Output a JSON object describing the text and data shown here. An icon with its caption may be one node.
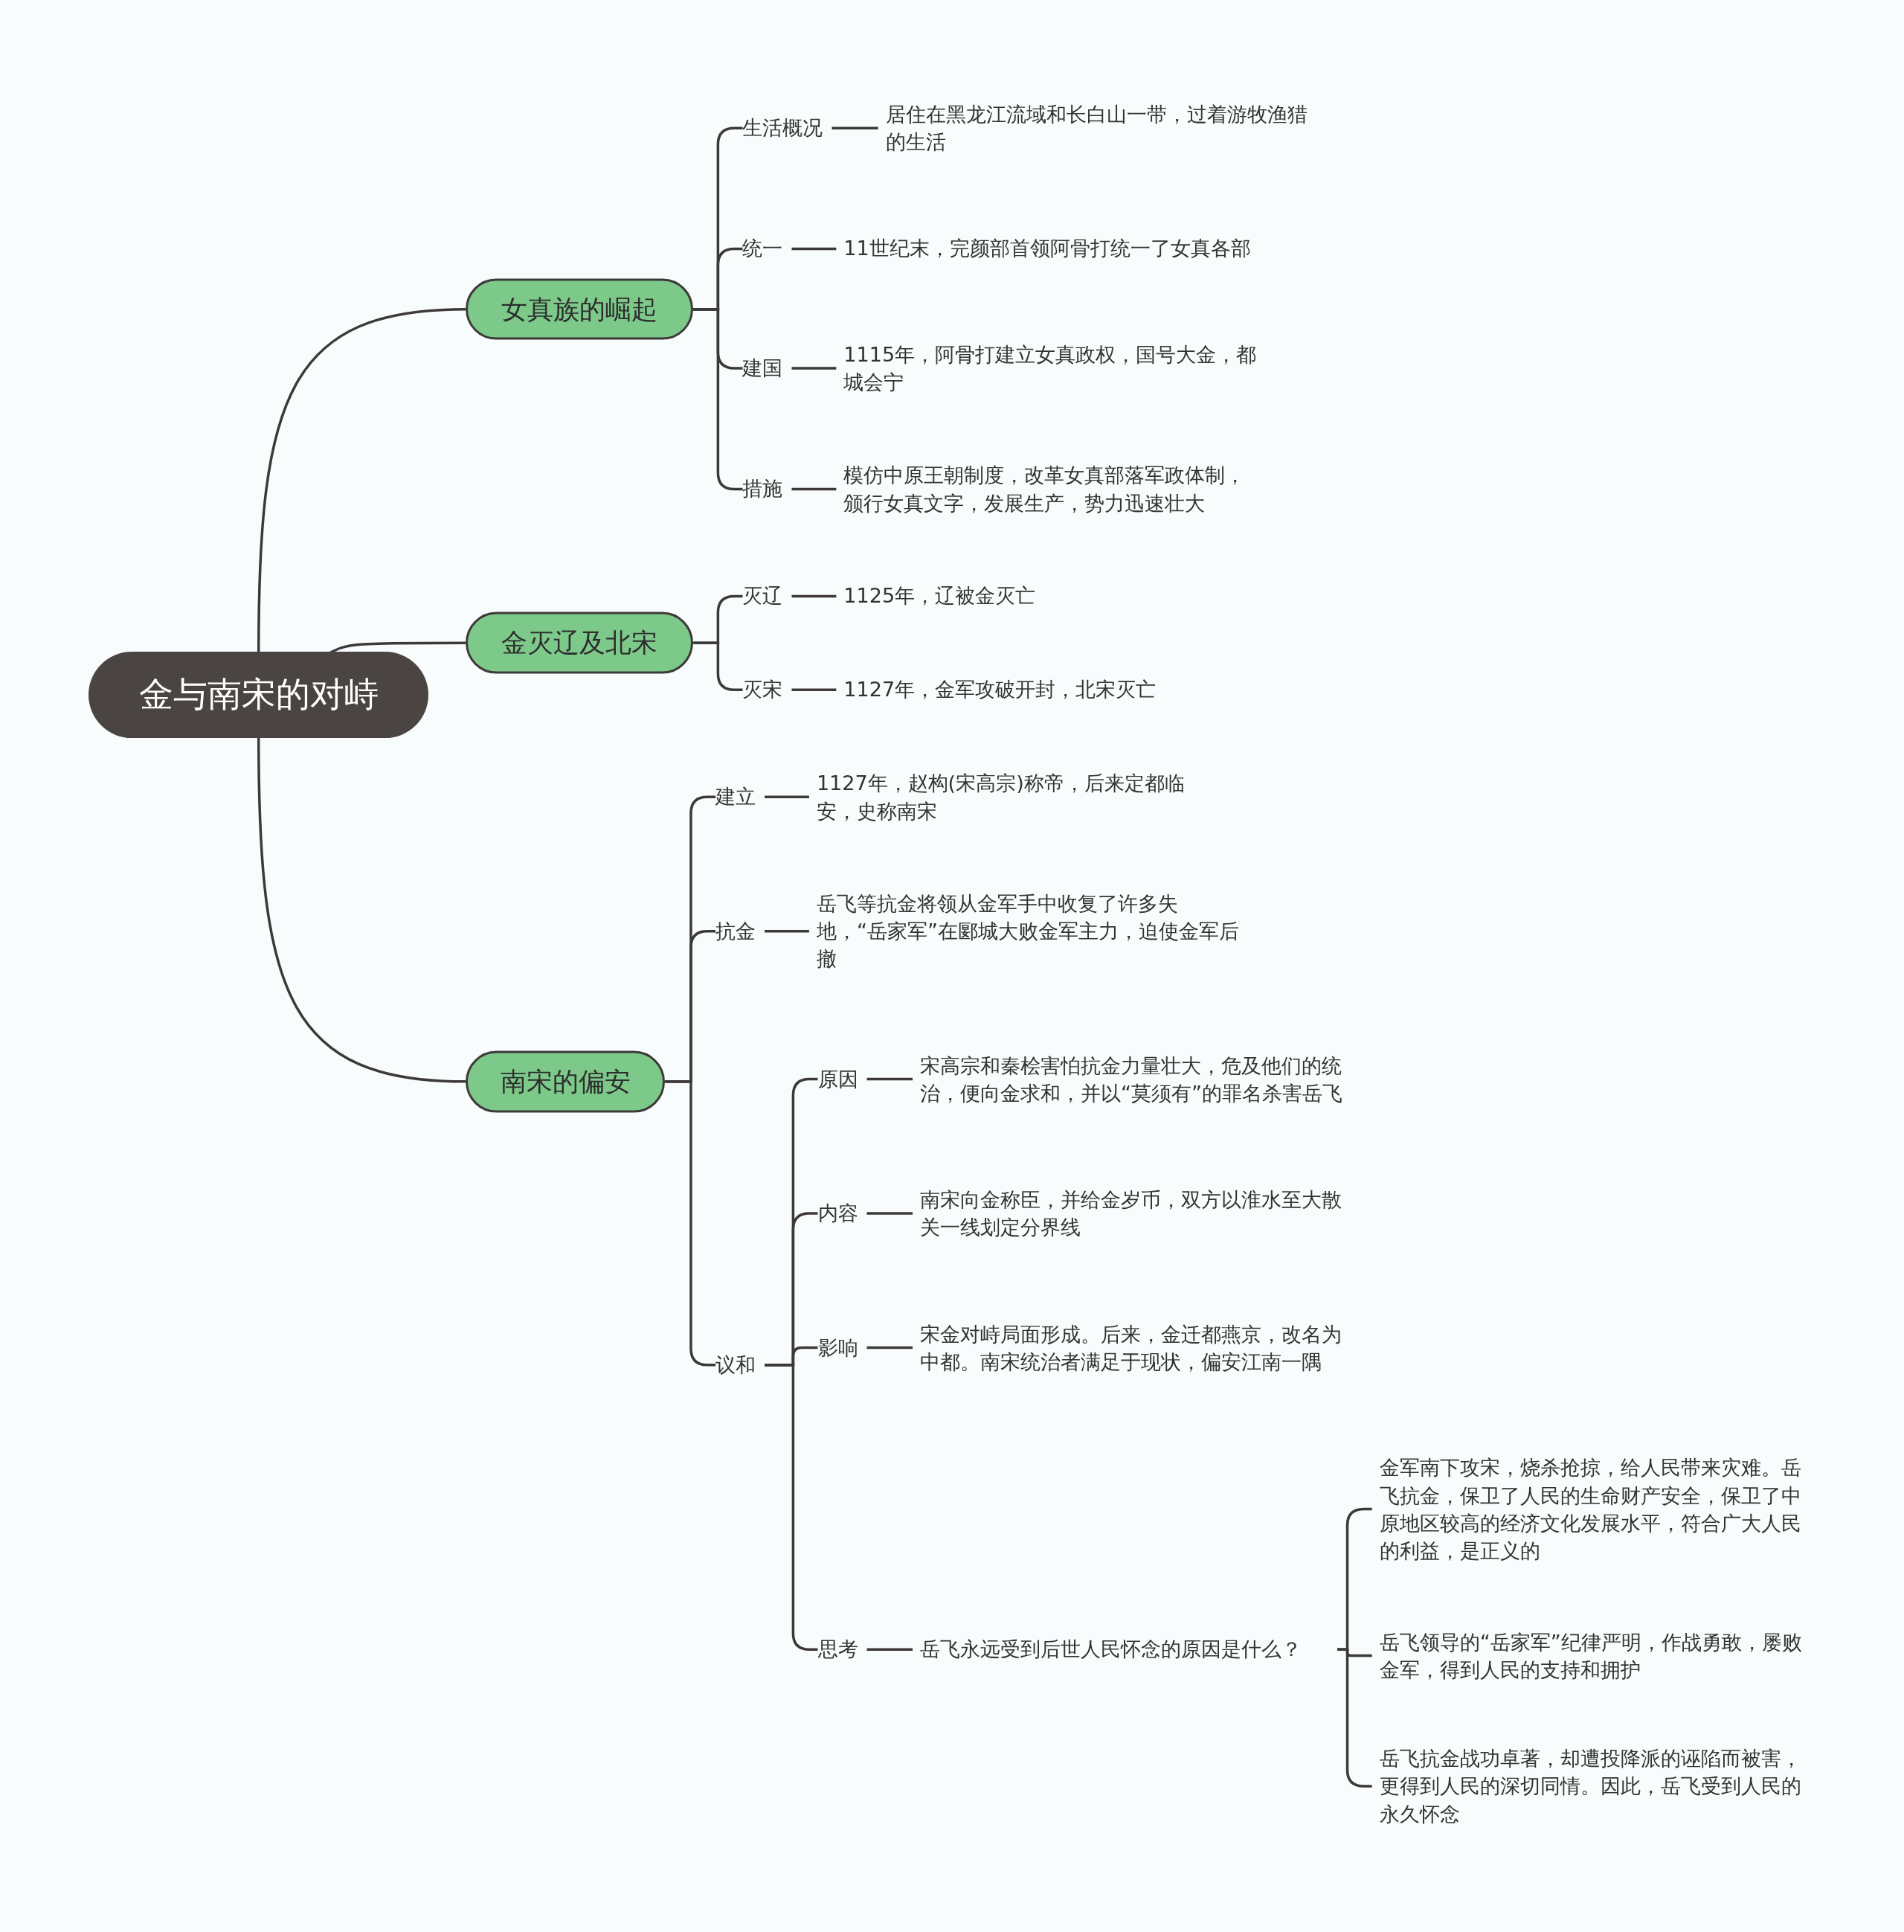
{
  "diagram": {
    "nodes": [
      {
        "text": [
          "金与南宋的对峙"
        ]
      },
      {
        "text": [
          "女真族的崛起"
        ]
      },
      {
        "text": [
          "生活概况"
        ]
      },
      {
        "text": [
          "居住在黑龙江流域和长白山一带，过着游牧渔猎的生活"
        ]
      },
      {
        "text": [
          "统一"
        ]
      },
      {
        "text": [
          "11世纪末，完颜部首领阿骨打统一了女真各部"
        ]
      },
      {
        "text": [
          "建国"
        ]
      },
      {
        "text": [
          "1115年，阿骨打建立女真政权，国号大金，都城会宁"
        ]
      },
      {
        "text": [
          "措施"
        ]
      },
      {
        "text": [
          "模仿中原王朝制度，改革女真部落军政体制，颁行女真文字，发展生产，势力迅速壮大"
        ]
      },
      {
        "text": [
          "金灭辽及北宋"
        ]
      },
      {
        "text": [
          "灭辽"
        ]
      },
      {
        "text": [
          "1125年，辽被金灭亡"
        ]
      },
      {
        "text": [
          "灭宋"
        ]
      },
      {
        "text": [
          "1127年，金军攻破开封，北宋灭亡"
        ]
      },
      {
        "text": [
          "南宋的偏安"
        ]
      },
      {
        "text": [
          "建立"
        ]
      },
      {
        "text": [
          "1127年，赵构(宋高宗)称帝，后来定都临安，史称南宋"
        ]
      },
      {
        "text": [
          "抗金"
        ]
      },
      {
        "text": [
          "岳飞等抗金将领从金军手中收复了许多失地，“岳家军”在郾城大败金军主力，迫使金军后撤"
        ]
      },
      {
        "text": [
          "议和"
        ]
      },
      {
        "text": [
          "原因"
        ]
      },
      {
        "text": [
          "宋高宗和秦桧害怕抗金力量壮大，危及他们的统治，便向金求和，并以“莫须有”的罪名杀害岳飞"
        ]
      },
      {
        "text": [
          "内容"
        ]
      },
      {
        "text": [
          "南宋向金称臣，并给金岁币，双方以淮水至大散关一线划定分界线"
        ]
      },
      {
        "text": [
          "影响"
        ]
      },
      {
        "text": [
          "宋金对峙局面形成。后来，金迁都燕京，改名为中都。南宋统治者满足于现状，偏安江南一隅"
        ]
      },
      {
        "text": [
          "思考"
        ]
      },
      {
        "text": [
          "岳飞永远受到后世人民怀念的原因是什么？"
        ]
      },
      {
        "text": [
          "金军南下攻宋，烧杀抢掠，给人民带来灾难。岳飞抗金，保卫了人民的生命财产安全，保卫了中原地区较高的经济文化发展水平，符合广大人民的利益，是正义的"
        ]
      },
      {
        "text": [
          "岳飞领导的“岳家军”纪律严明，作战勇敢，屡败金军，得到人民的支持和拥护"
        ]
      },
      {
        "text": [
          "岳飞抗金战功卓著，却遭投降派的诬陷而被害，更得到人民的深切同情。因此，岳飞受到人民的永久怀念"
        ]
      }
    ],
    "edges": [
      {
        "from": 0,
        "to": 1,
        "arrow": "none"
      },
      {
        "from": 0,
        "to": 10,
        "arrow": "none"
      },
      {
        "from": 0,
        "to": 15,
        "arrow": "none"
      },
      {
        "from": 1,
        "to": 2,
        "arrow": "none"
      },
      {
        "from": 2,
        "to": 3,
        "arrow": "none"
      },
      {
        "from": 1,
        "to": 4,
        "arrow": "none"
      },
      {
        "from": 4,
        "to": 5,
        "arrow": "none"
      },
      {
        "from": 1,
        "to": 6,
        "arrow": "none"
      },
      {
        "from": 6,
        "to": 7,
        "arrow": "none"
      },
      {
        "from": 1,
        "to": 8,
        "arrow": "none"
      },
      {
        "from": 8,
        "to": 9,
        "arrow": "none"
      },
      {
        "from": 10,
        "to": 11,
        "arrow": "none"
      },
      {
        "from": 11,
        "to": 12,
        "arrow": "none"
      },
      {
        "from": 10,
        "to": 13,
        "arrow": "none"
      },
      {
        "from": 13,
        "to": 14,
        "arrow": "none"
      },
      {
        "from": 15,
        "to": 16,
        "arrow": "none"
      },
      {
        "from": 16,
        "to": 17,
        "arrow": "none"
      },
      {
        "from": 15,
        "to": 18,
        "arrow": "none"
      },
      {
        "from": 18,
        "to": 19,
        "arrow": "none"
      },
      {
        "from": 15,
        "to": 20,
        "arrow": "none"
      },
      {
        "from": 20,
        "to": 21,
        "arrow": "none"
      },
      {
        "from": 21,
        "to": 22,
        "arrow": "none"
      },
      {
        "from": 20,
        "to": 23,
        "arrow": "none"
      },
      {
        "from": 23,
        "to": 24,
        "arrow": "none"
      },
      {
        "from": 20,
        "to": 25,
        "arrow": "none"
      },
      {
        "from": 25,
        "to": 26,
        "arrow": "none"
      },
      {
        "from": 20,
        "to": 27,
        "arrow": "none"
      },
      {
        "from": 27,
        "to": 28,
        "arrow": "none"
      },
      {
        "from": 28,
        "to": 29,
        "arrow": "none"
      },
      {
        "from": 28,
        "to": 30,
        "arrow": "none"
      },
      {
        "from": 28,
        "to": 31,
        "arrow": "none"
      }
    ]
  }
}
